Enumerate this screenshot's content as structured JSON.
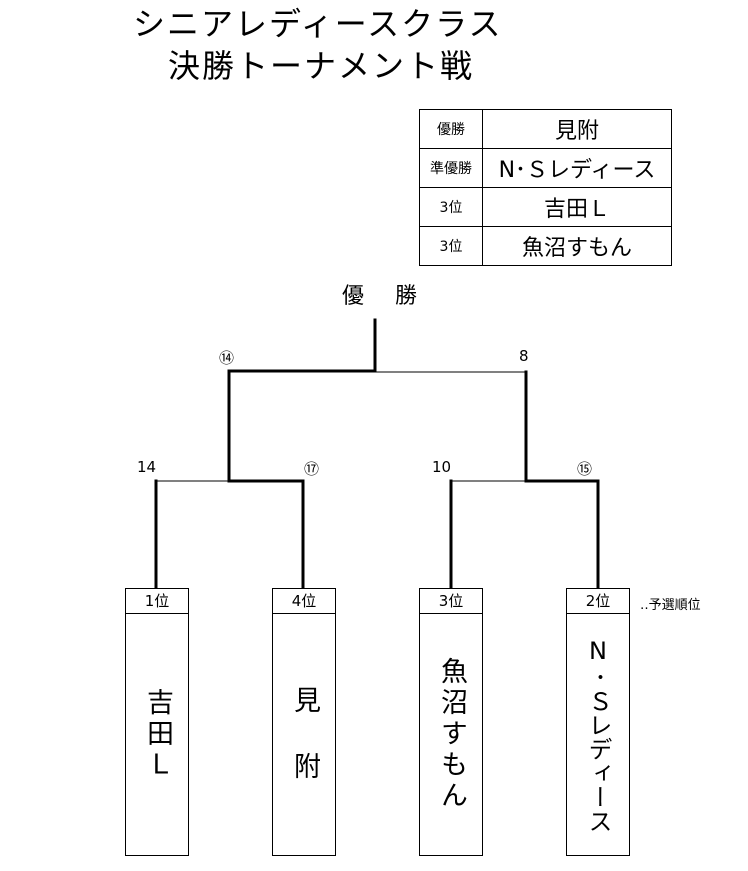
{
  "title": {
    "line1": "シニアレディースクラス",
    "line2": "決勝トーナメント戦"
  },
  "results": [
    {
      "place": "優勝",
      "team": "見附"
    },
    {
      "place": "準優勝",
      "team": "N･Ｓレディース"
    },
    {
      "place": "3位",
      "team": "吉田Ｌ"
    },
    {
      "place": "3位",
      "team": "魚沼すもん"
    }
  ],
  "bracket": {
    "champion_label": "優 勝",
    "final": {
      "left_score": "⑭",
      "right_score": "8"
    },
    "semi_left": {
      "left_score": "14",
      "right_score": "⑰"
    },
    "semi_right": {
      "left_score": "10",
      "right_score": "⑮"
    },
    "teams": [
      {
        "rank": "1位",
        "name": "吉田Ｌ"
      },
      {
        "rank": "4位",
        "name": "見 附"
      },
      {
        "rank": "3位",
        "name": "魚沼すもん"
      },
      {
        "rank": "2位",
        "name": "N･Ｓレディース"
      }
    ],
    "seed_note": "‥予選順位"
  }
}
